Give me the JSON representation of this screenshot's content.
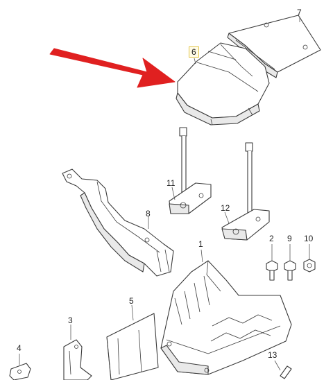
{
  "colors": {
    "arrow": "#e02020",
    "highlight_box": "#e3c54a",
    "line_art": "#3a3a3a"
  },
  "callouts": {
    "c1": "1",
    "c2": "2",
    "c3": "3",
    "c4": "4",
    "c5": "5",
    "c6": "6",
    "c7": "7",
    "c8": "8",
    "c9": "9",
    "c10": "10",
    "c11": "11",
    "c12": "12",
    "c13": "13"
  },
  "highlighted_callout": "6",
  "pointer": "red-arrow"
}
